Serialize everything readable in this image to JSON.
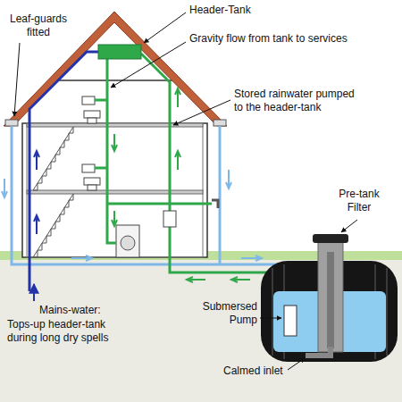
{
  "diagram": {
    "labels": [
      "Leaf-guards fitted",
      "Header-Tank",
      "Gravity flow from tank to services",
      "Stored rainwater pumped to the header-tank",
      "Pre-tank Filter",
      "Submersed Pump",
      "Calmed inlet",
      "Mains-water:",
      "Tops-up header-tank during long dry spells"
    ]
  }
}
